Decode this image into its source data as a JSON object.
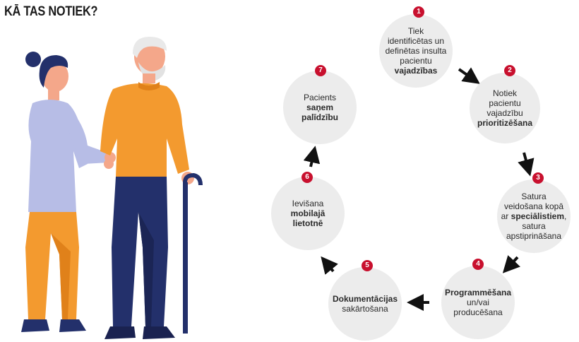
{
  "title": "KĀ TAS NOTIEK?",
  "colors": {
    "badge": "#c8102e",
    "circle": "#ececec",
    "arrow": "#111111",
    "orange": "#f39a2f",
    "navy": "#23306b",
    "lavender": "#b7bde6"
  },
  "steps": [
    {
      "number": "1",
      "lines": [
        "Tiek",
        "identificētas un",
        "definētas insulta",
        "pacientu"
      ],
      "bold": "vajadzības"
    },
    {
      "number": "2",
      "lines": [
        "Notiek",
        "pacientu",
        "vajadzību"
      ],
      "bold": "prioritizēšana"
    },
    {
      "number": "3",
      "lines": [
        "Satura",
        "veidošana kopā",
        "ar"
      ],
      "bold": "speciālistiem",
      "after": [
        "satura",
        "apstiprināšana"
      ]
    },
    {
      "number": "4",
      "bold_first": "Programmēšana",
      "lines": [
        "un/vai",
        "producēšana"
      ]
    },
    {
      "number": "5",
      "bold_first": "Dokumentācijas",
      "lines": [
        "sakārtošana"
      ]
    },
    {
      "number": "6",
      "lines": [
        "Ievišana"
      ],
      "bold": "mobilajā",
      "bold2": "lietotnē"
    },
    {
      "number": "7",
      "lines": [
        "Pacients"
      ],
      "bold": "saņem",
      "bold2": "palīdzību"
    }
  ]
}
